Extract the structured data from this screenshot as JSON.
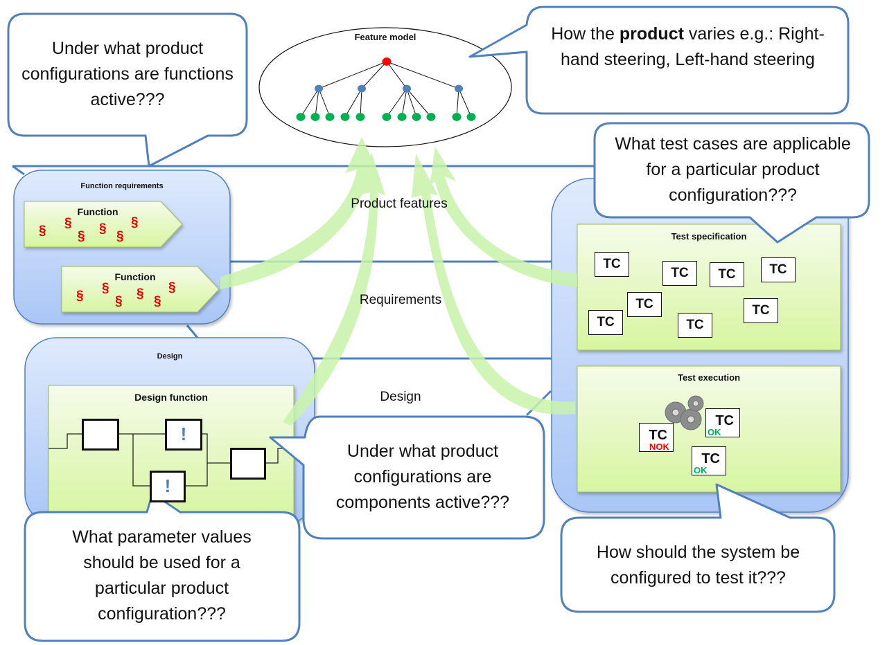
{
  "feature_model": {
    "title": "Feature model",
    "root_color": "#ff0000",
    "mid_color": "#4f81bd",
    "leaf_color": "#00b050",
    "groups": [
      3,
      2,
      4,
      2
    ]
  },
  "lanes": {
    "product_features": "Product features",
    "requirements": "Requirements",
    "design": "Design"
  },
  "function_requirements": {
    "title": "Function requirements",
    "functions": [
      {
        "label": "Function",
        "symbol": "§"
      },
      {
        "label": "Function",
        "symbol": "§"
      }
    ]
  },
  "design_panel": {
    "title": "Design",
    "function_title": "Design function",
    "marker": "!"
  },
  "test_panel": {
    "spec_title": "Test specification",
    "exec_title": "Test execution",
    "tc_label": "TC",
    "spec_cases": [
      "TC",
      "TC",
      "TC",
      "TC",
      "TC",
      "TC",
      "TC",
      "TC"
    ],
    "exec_cases": [
      {
        "label": "TC",
        "status": "NOK",
        "color": "#ff0000"
      },
      {
        "label": "TC",
        "status": "OK",
        "color": "#00b050"
      },
      {
        "label": "TC",
        "status": "OK",
        "color": "#00b050"
      }
    ]
  },
  "callouts": {
    "functions_active": "Under what product configurations are functions active???",
    "product_varies_pre": "How the ",
    "product_varies_bold": "product",
    "product_varies_post": " varies e.g.: Right-hand steering, Left-hand steering",
    "test_cases_applicable": "What test cases are applicable for a particular product configuration???",
    "components_active": "Under what product configurations are components active???",
    "parameter_values": "What parameter values should be used for a particular product configuration???",
    "system_configured": "How should the system be configured to test it???"
  },
  "colors": {
    "outline": "#4f81bd",
    "panel_top": "#dce8fc",
    "panel_bottom": "#a8c6f5",
    "box_top": "#f4fbe8",
    "box_bottom": "#d8f5a2",
    "arrow": "#c7f2a8"
  }
}
